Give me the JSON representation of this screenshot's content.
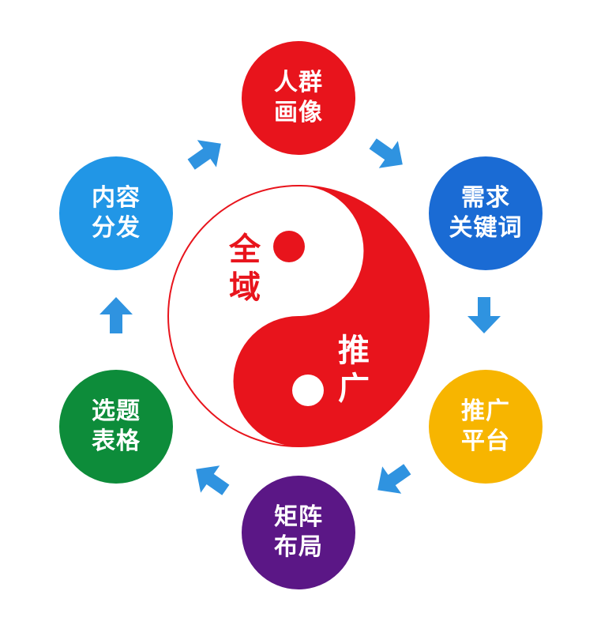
{
  "colors": {
    "red": "#e8141c",
    "blue": "#1a6bd4",
    "yellow": "#f7b500",
    "purple": "#5b1786",
    "green": "#0d8c3a",
    "sky": "#2196e6",
    "arrow": "#2f93e0"
  },
  "center": {
    "left_line1": "全",
    "left_line2": "域",
    "right_line1": "推",
    "right_line2": "广"
  },
  "nodes": [
    {
      "id": "renqun",
      "line1": "人群",
      "line2": "画像",
      "color": "#e8141c"
    },
    {
      "id": "xuqiu",
      "line1": "需求",
      "line2": "关键词",
      "color": "#1a6bd4"
    },
    {
      "id": "tuiguang",
      "line1": "推广",
      "line2": "平台",
      "color": "#f7b500"
    },
    {
      "id": "juzhen",
      "line1": "矩阵",
      "line2": "布局",
      "color": "#5b1786"
    },
    {
      "id": "xuanti",
      "line1": "选题",
      "line2": "表格",
      "color": "#0d8c3a"
    },
    {
      "id": "neirong",
      "line1": "内容",
      "line2": "分发",
      "color": "#2196e6"
    }
  ],
  "arrow_icon": "arrow-icon"
}
